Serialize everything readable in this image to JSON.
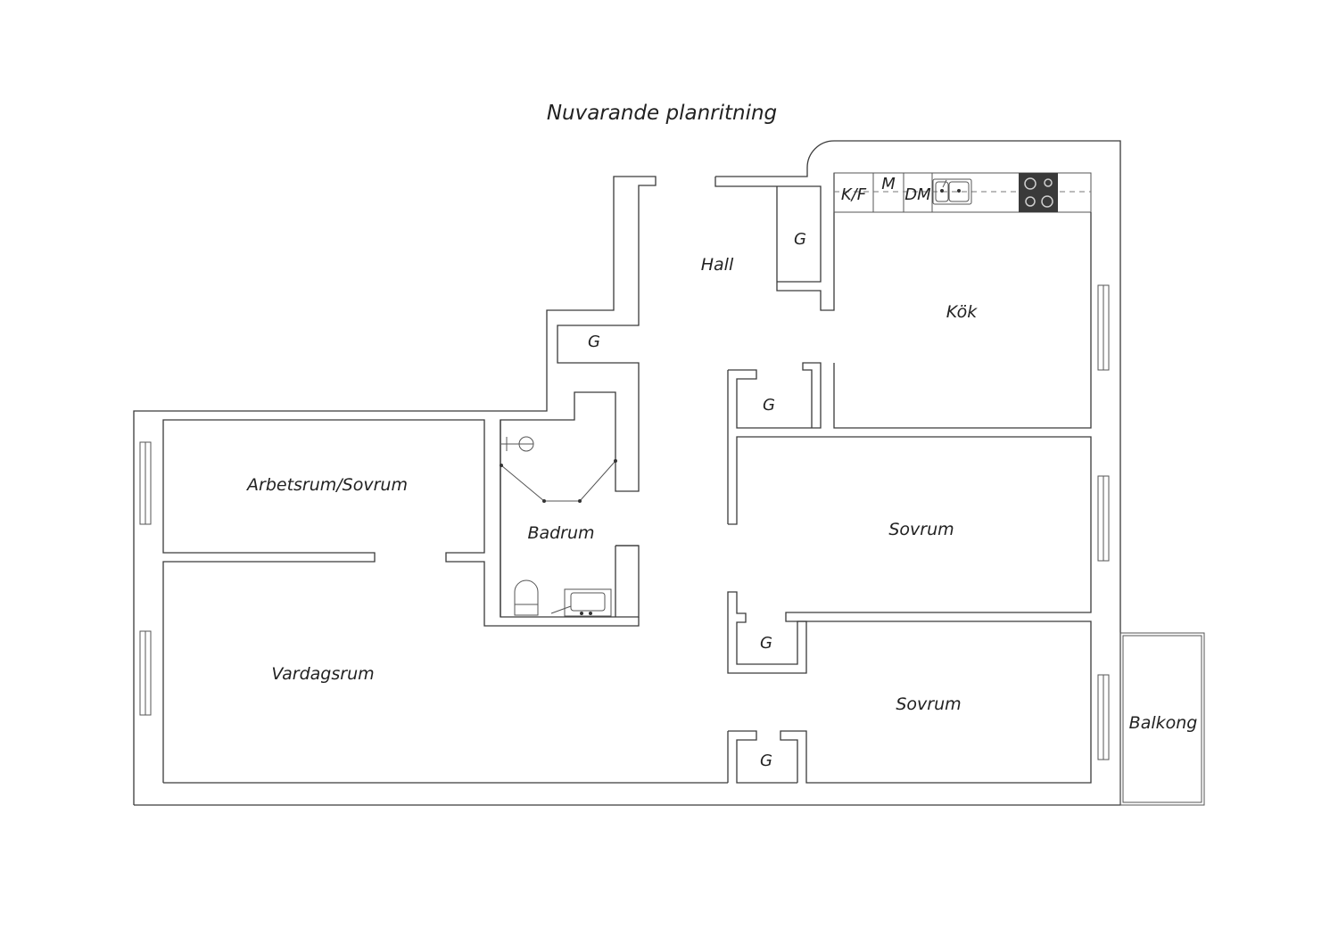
{
  "title": "Nuvarande planritning",
  "colors": {
    "wall": "#3a3a3a",
    "stove": "#3a3a3a"
  },
  "rooms": {
    "hall": "Hall",
    "kok": "Kök",
    "arbetsrum": "Arbetsrum/Sovrum",
    "badrum": "Badrum",
    "sovrum_1": "Sovrum",
    "sovrum_2": "Sovrum",
    "vardagsrum": "Vardagsrum",
    "balkong": "Balkong"
  },
  "closets": {
    "hall_closet": "G",
    "entry_closet": "G",
    "mid_closet": "G",
    "lower_closet": "G",
    "bottom_closet": "G"
  },
  "appliances": {
    "fridge_freezer": "K/F",
    "microwave": "M",
    "dishwasher": "DM"
  },
  "icons": [
    "sink-icon",
    "stove-icon",
    "shower-icon",
    "toilet-icon",
    "washbasin-icon",
    "window-icon"
  ]
}
